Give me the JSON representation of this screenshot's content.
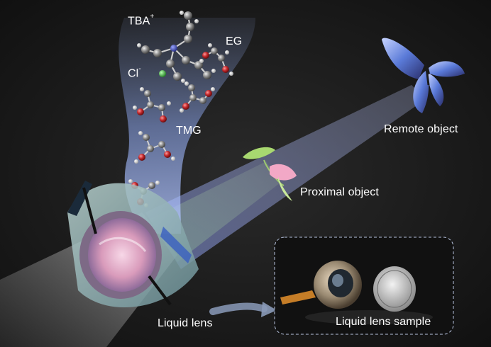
{
  "labels": {
    "tba": "TBA",
    "tba_sup": "+",
    "eg": "EG",
    "cl": "Cl",
    "cl_sup": "-",
    "tmg": "TMG",
    "remote_object": "Remote object",
    "proximal_object": "Proximal object",
    "liquid_lens": "Liquid lens",
    "liquid_lens_sample": "Liquid lens sample"
  },
  "colors": {
    "background": "#151515",
    "carbon_atom": "#8a8a8a",
    "oxygen_atom": "#c0262a",
    "hydrogen_atom": "#dcdcdc",
    "nitrogen_atom": "#3b4bc8",
    "chloride_ion": "#3aa83a",
    "butterfly_wing": "#5a7ad8",
    "flower_petal": "#f2a8c6",
    "leaf": "#a8d870",
    "inset_border": "#b8c4e0"
  },
  "icons": [
    "molecule-icon",
    "butterfly-icon",
    "flower-icon",
    "liquid-lens-icon",
    "arrow-icon",
    "coin-icon"
  ]
}
